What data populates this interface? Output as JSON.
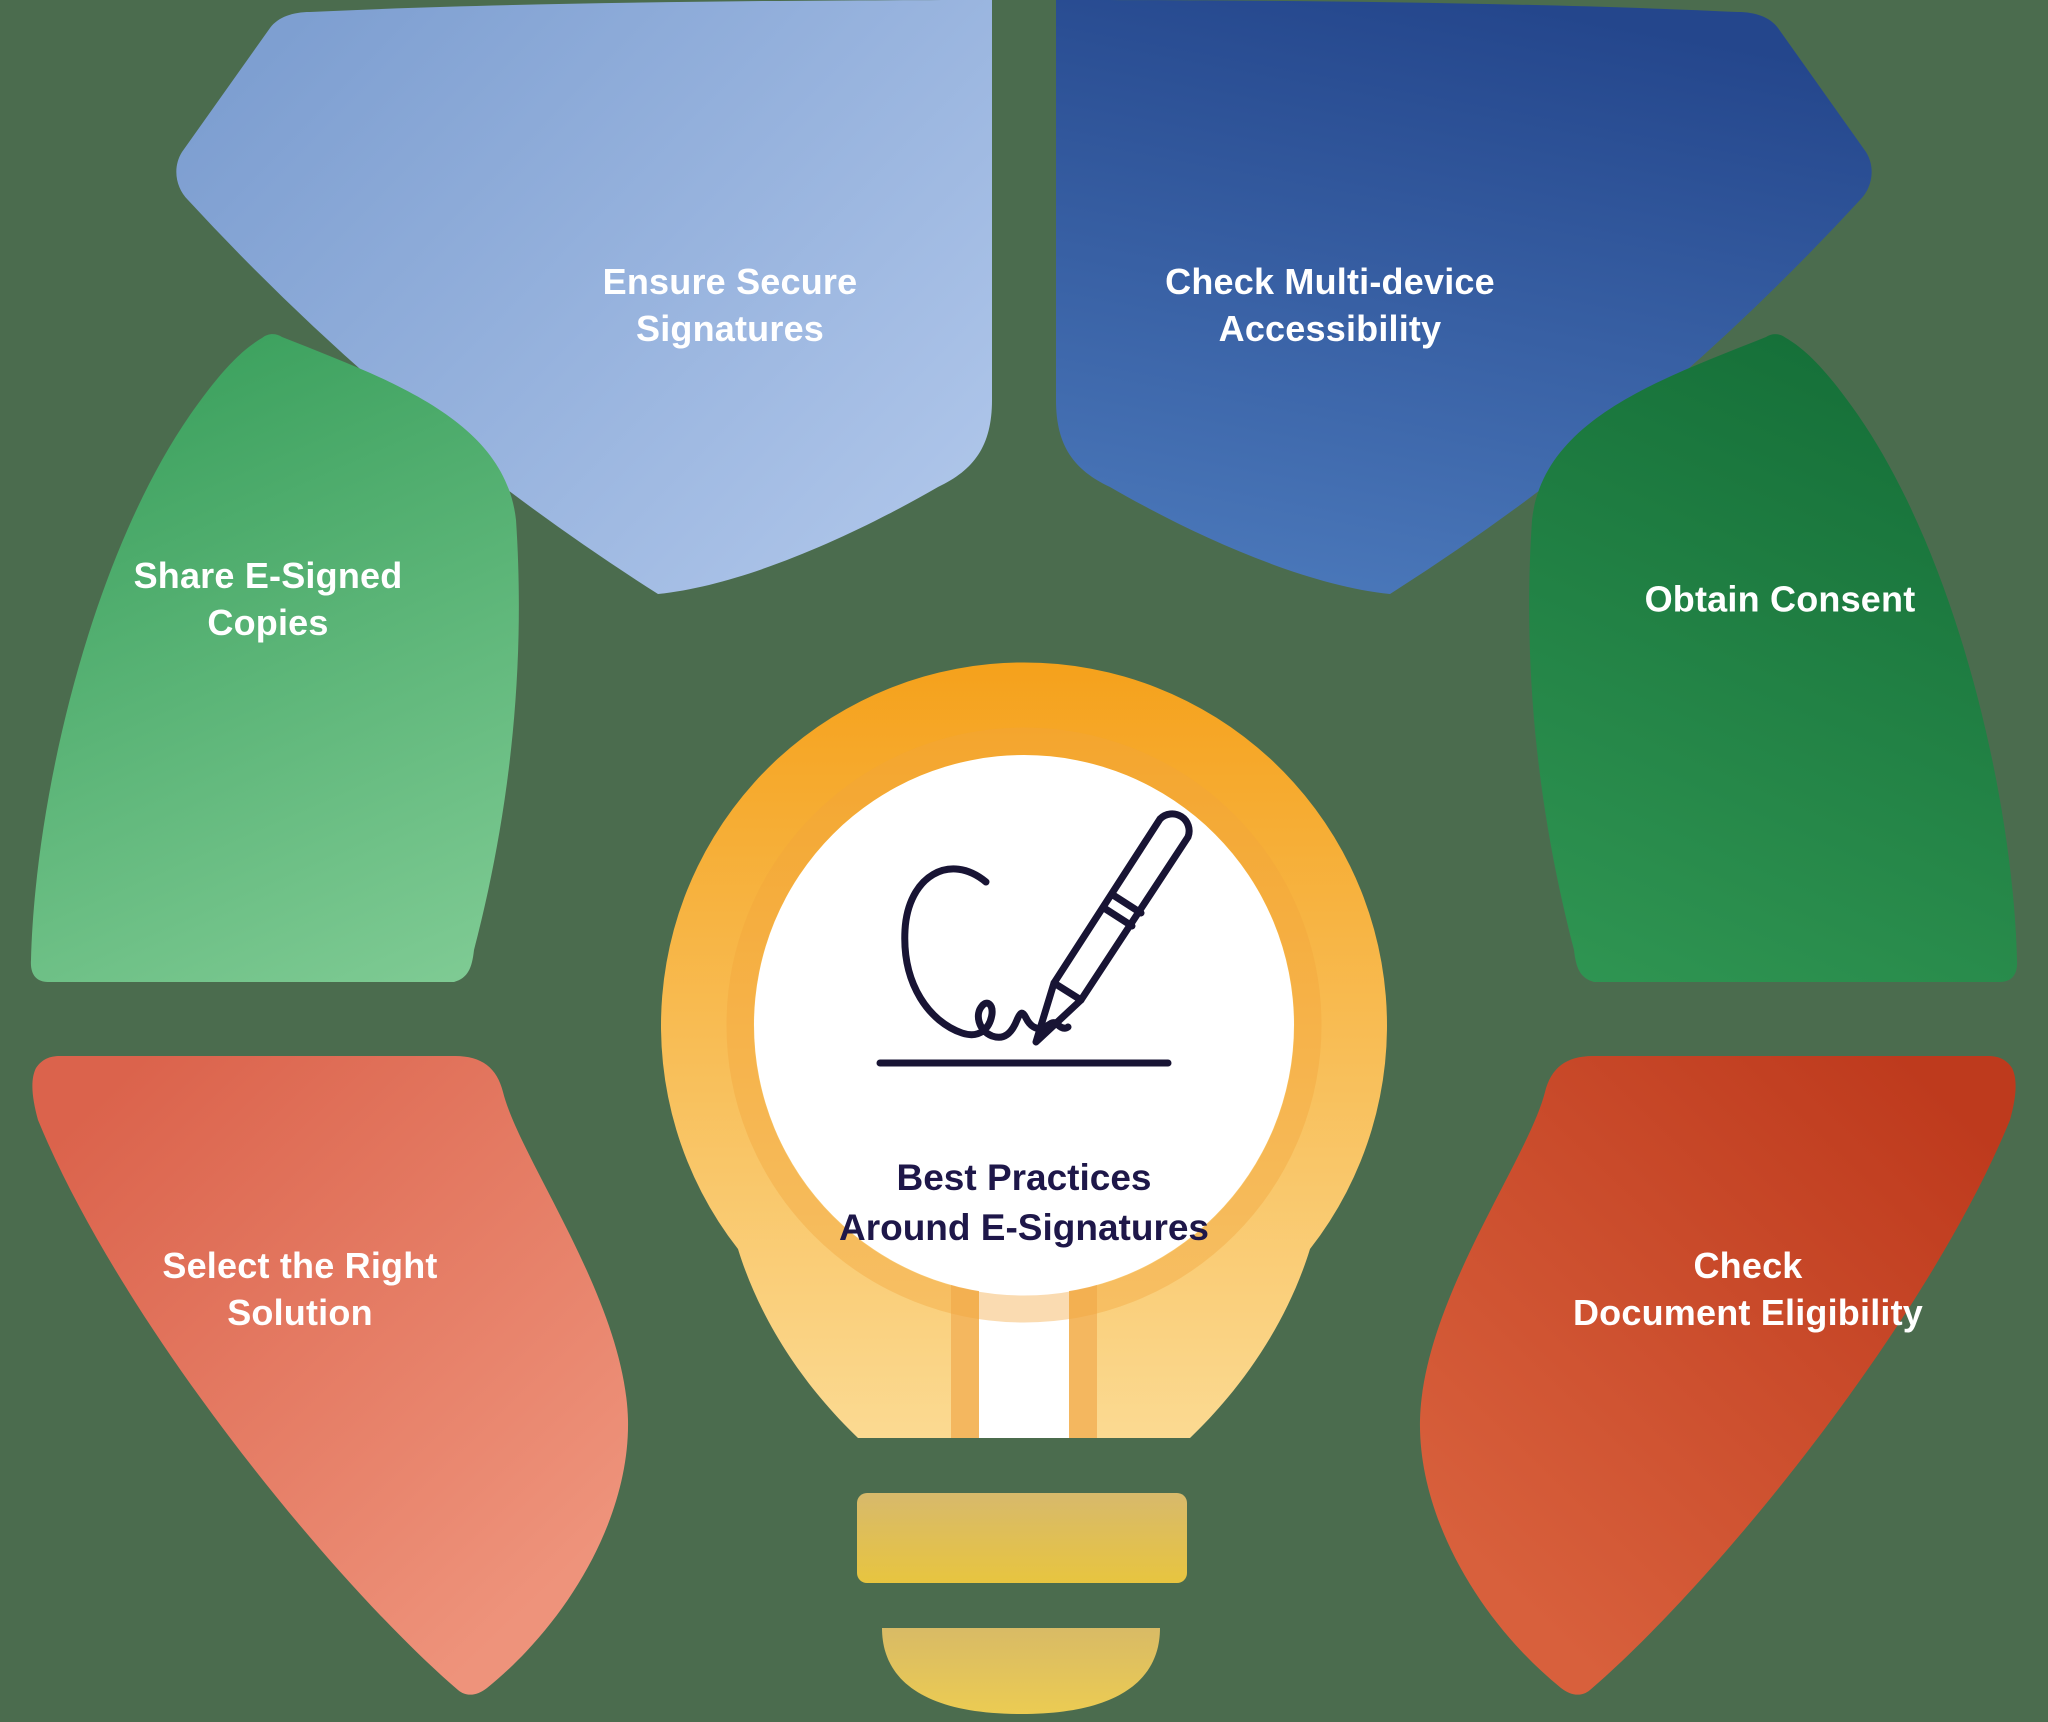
{
  "background_color": "#4B6C4E",
  "title": {
    "lines": [
      "Best Practices",
      "Around E-Signatures"
    ],
    "color": "#1E1749"
  },
  "bulb": {
    "icon": "pen-signature-icon",
    "ring_color_top": "#F5A11B",
    "ring_color_bottom": "#FBDA92",
    "stripe_color": "#F4B75F",
    "band_color_top": "#D7B96D",
    "band_color_bottom": "#E8C53E",
    "cap_color_top": "#D8BA66",
    "cap_color_bottom": "#ECCC52",
    "icon_stroke_color": "#181434"
  },
  "segments": [
    {
      "name": "ensure-secure-signatures",
      "lines": [
        "Ensure Secure",
        "Signatures"
      ],
      "color_from": "#7E9FD1",
      "color_to": "#AFC6EA",
      "text_color": "#FFFFFF",
      "position": "top-left"
    },
    {
      "name": "check-multi-device-accessibility",
      "lines": [
        "Check Multi-device",
        "Accessibility"
      ],
      "color_from": "#24468C",
      "color_to": "#4C7ABC",
      "text_color": "#FFFFFF",
      "position": "top-right"
    },
    {
      "name": "share-e-signed-copies",
      "lines": [
        "Share E-Signed",
        "Copies"
      ],
      "color_from": "#3CA15E",
      "color_to": "#7FCB94",
      "text_color": "#FFFFFF",
      "position": "middle-left"
    },
    {
      "name": "obtain-consent",
      "lines": [
        "Obtain Consent"
      ],
      "color_from": "#156F38",
      "color_to": "#2F9552",
      "text_color": "#FFFFFF",
      "position": "middle-right"
    },
    {
      "name": "select-the-right-solution",
      "lines": [
        "Select the Right",
        "Solution"
      ],
      "color_from": "#DB634C",
      "color_to": "#EE937B",
      "text_color": "#FFFFFF",
      "position": "bottom-left"
    },
    {
      "name": "check-document-eligibility",
      "lines": [
        "Check",
        "Document Eligibility"
      ],
      "color_from": "#BE3A1D",
      "color_to": "#D8603C",
      "text_color": "#FFFFFF",
      "position": "bottom-right"
    }
  ]
}
